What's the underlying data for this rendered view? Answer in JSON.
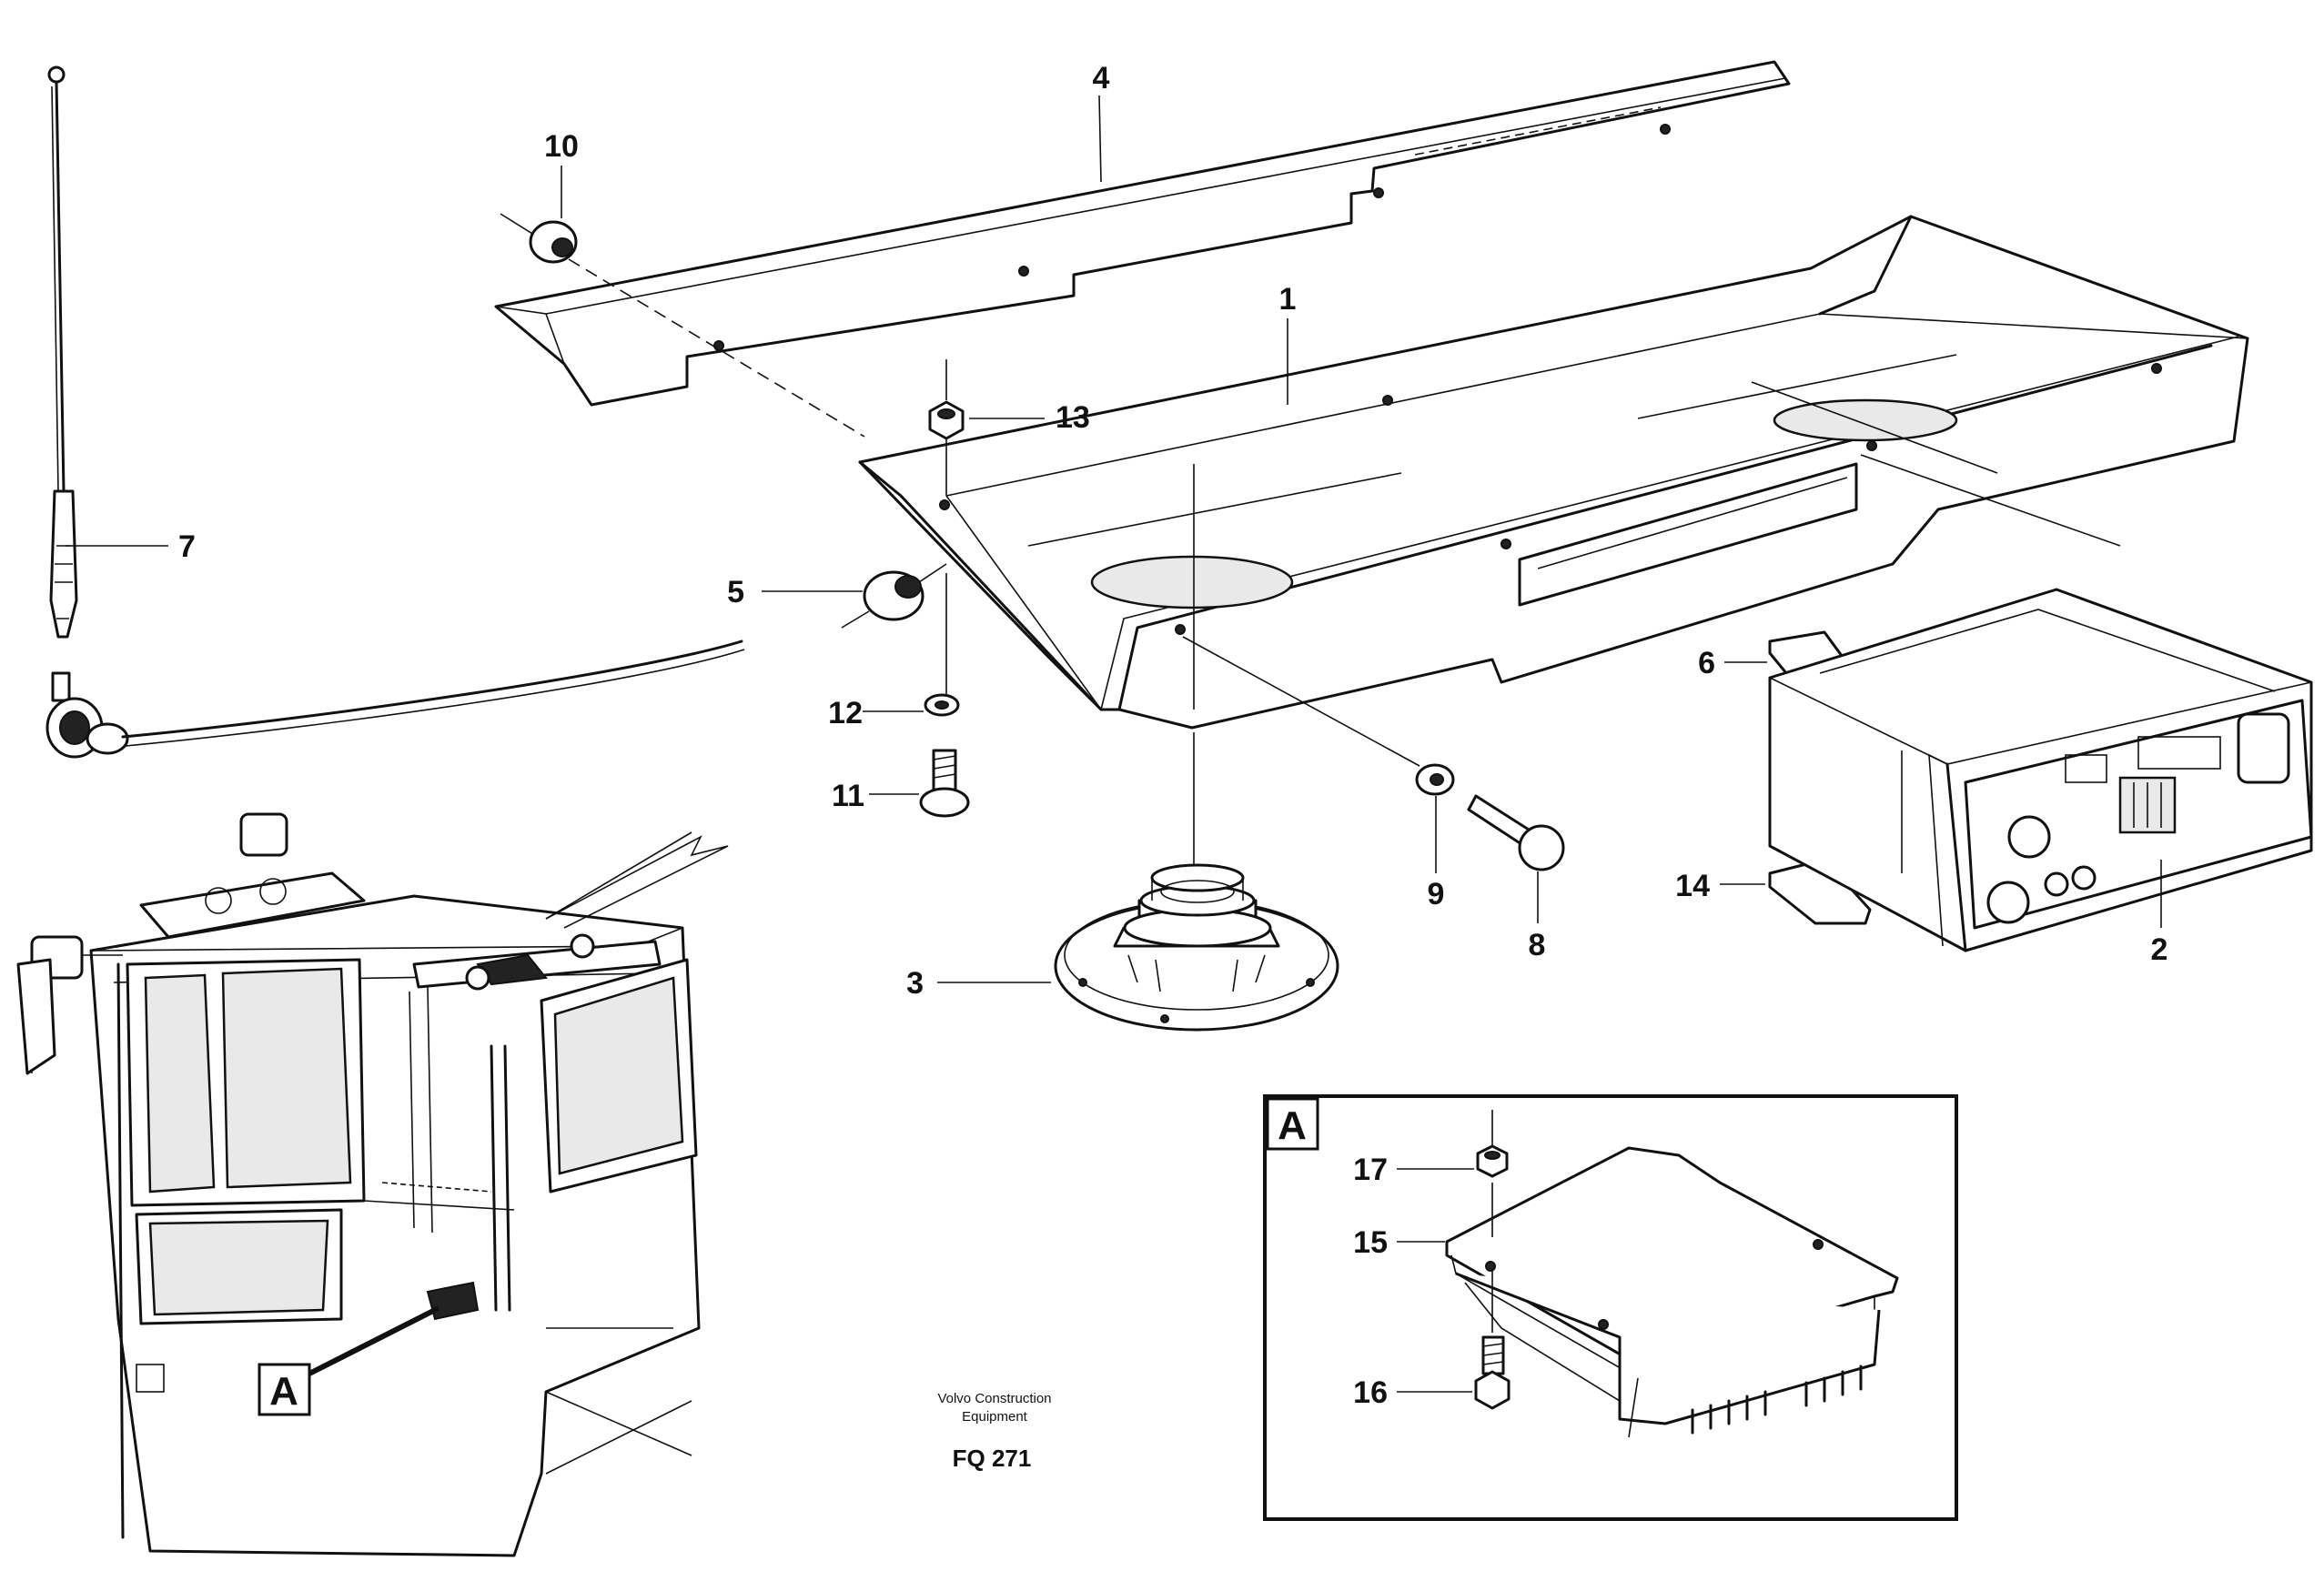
{
  "callouts": {
    "c1": "1",
    "c2": "2",
    "c3": "3",
    "c4": "4",
    "c5": "5",
    "c6": "6",
    "c7": "7",
    "c8": "8",
    "c9": "9",
    "c10": "10",
    "c11": "11",
    "c12": "12",
    "c13": "13",
    "c14": "14",
    "c15": "15",
    "c16": "16",
    "c17": "17"
  },
  "detail": {
    "inset_label": "A",
    "cab_marker": "A"
  },
  "credit": {
    "line1": "Volvo Construction",
    "line2": "Equipment",
    "code": "FQ 271"
  }
}
